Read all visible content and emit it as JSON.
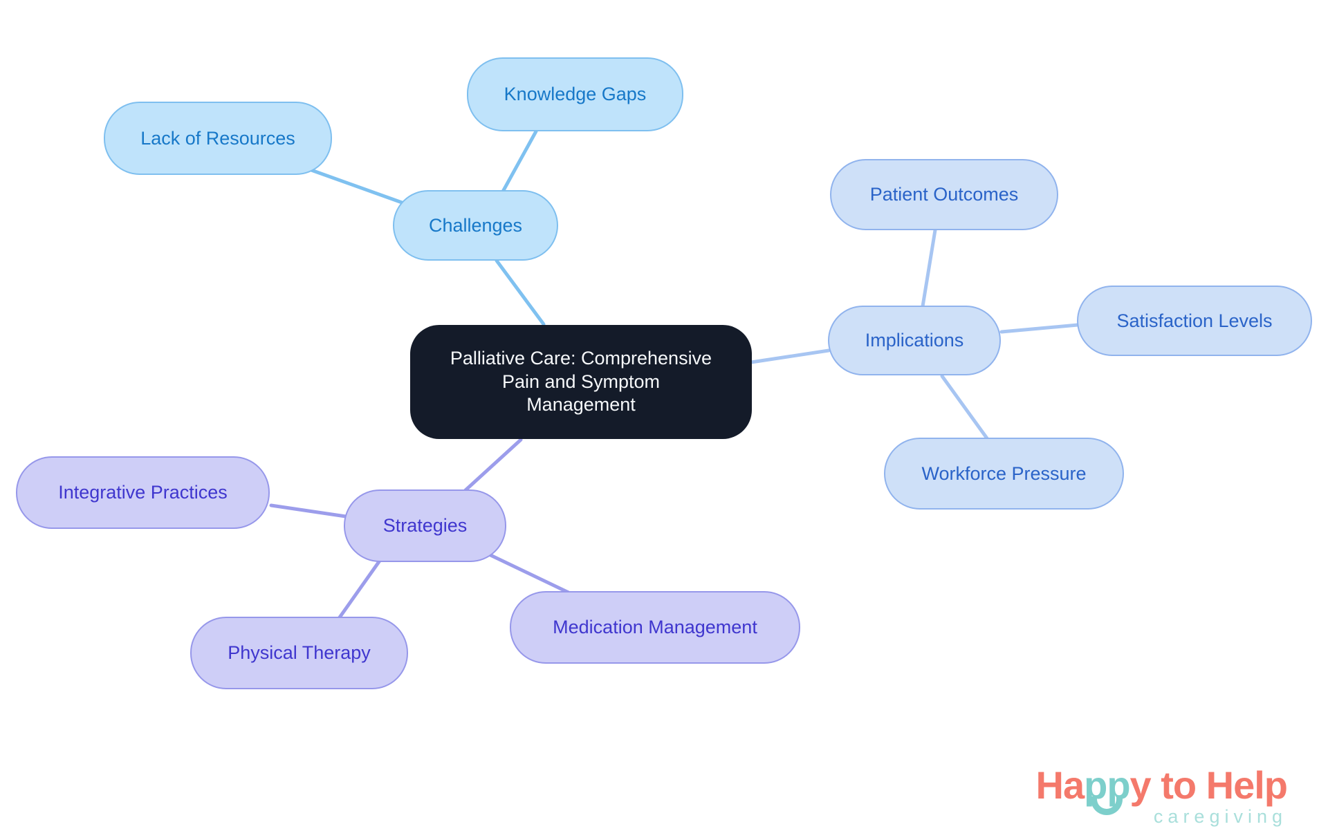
{
  "mindmap": {
    "center": {
      "label": "Palliative Care: Comprehensive Pain and Symptom Management",
      "lines": [
        "Palliative Care: Comprehensive",
        "Pain and Symptom",
        "Management"
      ],
      "fill": "#141B29",
      "text_color": "#F6F8FA"
    },
    "branches": [
      {
        "label": "Challenges",
        "fill": "#BFE3FB",
        "border_color": "#7EBFEF",
        "text_color": "#1778C8",
        "edge_color": "#7FC1F0",
        "children": [
          {
            "label": "Lack of Resources"
          },
          {
            "label": "Knowledge Gaps"
          }
        ]
      },
      {
        "label": "Implications",
        "fill": "#CEE0F8",
        "border_color": "#90B3ED",
        "text_color": "#2A63C8",
        "edge_color": "#A7C5F2",
        "children": [
          {
            "label": "Patient Outcomes"
          },
          {
            "label": "Satisfaction Levels"
          },
          {
            "label": "Workforce Pressure"
          }
        ]
      },
      {
        "label": "Strategies",
        "fill": "#CECEF7",
        "border_color": "#9697EA",
        "text_color": "#3F36CE",
        "edge_color": "#9C9DEB",
        "children": [
          {
            "label": "Integrative Practices"
          },
          {
            "label": "Physical Therapy"
          },
          {
            "label": "Medication Management"
          }
        ]
      }
    ]
  },
  "logo": {
    "part_ha": "Ha",
    "part_pp": "pp",
    "part_rest": "y to Help",
    "subtitle": "caregiving",
    "coral": "#F4796B",
    "teal": "#7DCFCB",
    "subtitle_color": "#A9DFDB"
  }
}
